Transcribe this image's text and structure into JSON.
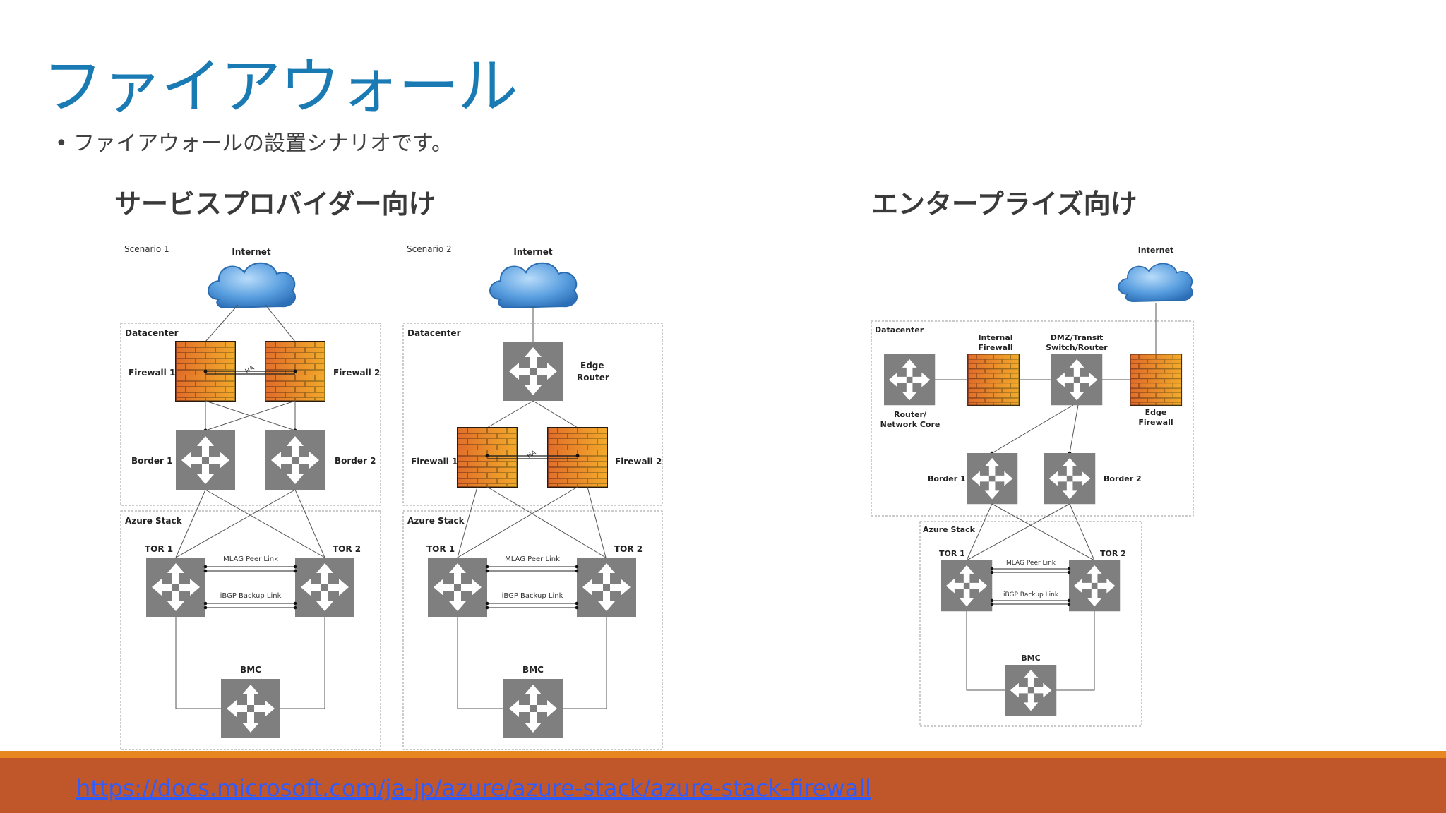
{
  "slide": {
    "title": "ファイアウォール",
    "bullet": "ファイアウォールの設置シナリオです。",
    "heading_service_provider": "サービスプロバイダー向け",
    "heading_enterprise": "エンタープライズ向け",
    "link": "https://docs.microsoft.com/ja-jp/azure/azure-stack/azure-stack-firewall"
  },
  "scenario1": {
    "caption": "Scenario 1",
    "internet": "Internet",
    "datacenter": "Datacenter",
    "firewall1": "Firewall 1",
    "firewall2": "Firewall 2",
    "ha": "HA",
    "border1": "Border 1",
    "border2": "Border 2",
    "azure_stack": "Azure Stack",
    "tor1": "TOR 1",
    "tor2": "TOR 2",
    "mlag": "MLAG Peer Link",
    "ibgp": "iBGP Backup Link",
    "bmc": "BMC"
  },
  "scenario2": {
    "caption": "Scenario 2",
    "internet": "Internet",
    "datacenter": "Datacenter",
    "edge_router_1": "Edge",
    "edge_router_2": "Router",
    "firewall1": "Firewall 1",
    "firewall2": "Firewall 2",
    "ha": "HA",
    "azure_stack": "Azure Stack",
    "tor1": "TOR 1",
    "tor2": "TOR 2",
    "mlag": "MLAG Peer Link",
    "ibgp": "iBGP Backup Link",
    "bmc": "BMC"
  },
  "enterprise": {
    "internet": "Internet",
    "datacenter": "Datacenter",
    "internal_fw_1": "Internal",
    "internal_fw_2": "Firewall",
    "dmz_1": "DMZ/Transit",
    "dmz_2": "Switch/Router",
    "router_1": "Router/",
    "router_2": "Network Core",
    "edge_fw_1": "Edge",
    "edge_fw_2": "Firewall",
    "border1": "Border 1",
    "border2": "Border 2",
    "azure_stack": "Azure Stack",
    "tor1": "TOR 1",
    "tor2": "TOR 2",
    "mlag": "MLAG Peer Link",
    "ibgp": "iBGP Backup Link",
    "bmc": "BMC"
  },
  "colors": {
    "title": "#1a7bb4",
    "footer": "#c0572b",
    "footer_line": "#e8861f",
    "switch": "#7f7f7f",
    "brick_dark": "#e0682a",
    "brick_light": "#f6b62b",
    "cloud": "#3d86d0"
  }
}
